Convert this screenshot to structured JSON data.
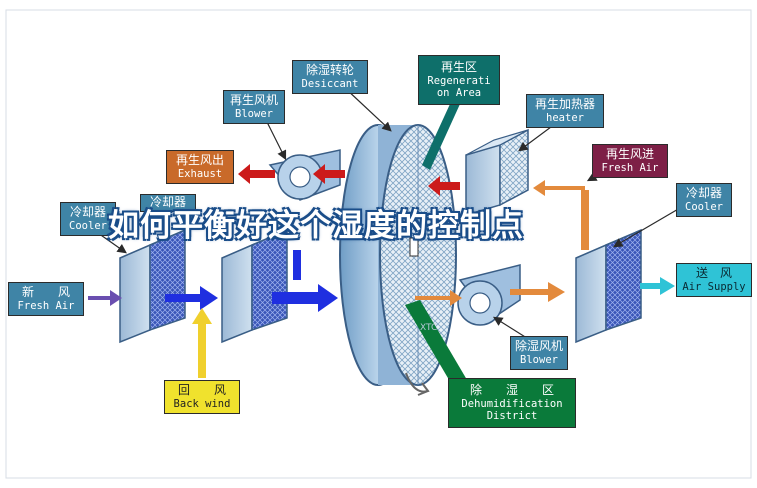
{
  "title": "如何平衡好这个湿度的控制点",
  "labels": {
    "desiccant": {
      "zh": "除湿转轮",
      "en": "Desiccant"
    },
    "regeneration_area": {
      "zh": "再生区",
      "en1": "Regenerati",
      "en2": "on Area"
    },
    "regen_blower": {
      "zh": "再生风机",
      "en": "Blower"
    },
    "regen_heater": {
      "zh": "再生加热器",
      "en": "heater"
    },
    "regen_exhaust": {
      "zh": "再生风出",
      "en": "Exhaust"
    },
    "regen_fresh_air": {
      "zh": "再生风进",
      "en": "Fresh Air"
    },
    "cooler_left": {
      "zh": "冷却器",
      "en": "Cooler"
    },
    "cooler_mid": {
      "zh": "冷却器"
    },
    "cooler_right": {
      "zh": "冷却器",
      "en": "Cooler"
    },
    "fresh_air": {
      "zh": "新　　风",
      "en": "Fresh Air"
    },
    "air_supply": {
      "zh": "送　风",
      "en": "Air Supply"
    },
    "back_wind": {
      "zh": "回　　风",
      "en": "Back wind"
    },
    "dehum_blower": {
      "zh": "除湿风机",
      "en": "Blower"
    },
    "dehum_district": {
      "zh": "除　　湿　　区",
      "en1": "Dehumidification",
      "en2": "District"
    }
  },
  "colors": {
    "label_blue": "#3f84a6",
    "exhaust_orange": "#c96a2a",
    "fresh_air_maroon": "#7d1f46",
    "regen_teal": "#0e6f6a",
    "dehum_green": "#0a7a3a",
    "back_wind_yellow": "#f0e22d",
    "air_supply_cyan": "#2fc3d6",
    "fresh_air_purple": "#6a4fb0",
    "airflow_blue": "#1f2fe0",
    "airflow_red": "#cc1a1a",
    "airflow_orange": "#e38a3c"
  }
}
